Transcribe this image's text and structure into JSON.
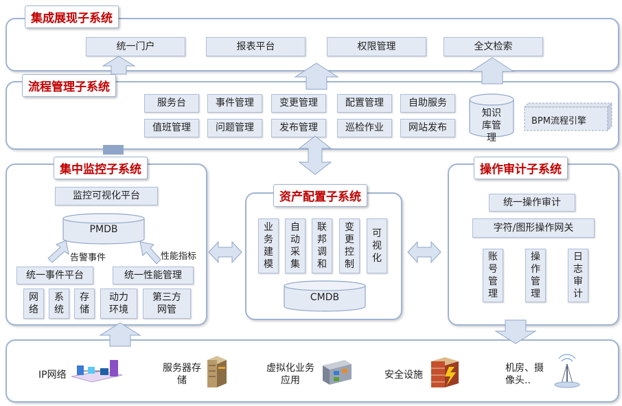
{
  "display_subsystem": {
    "title": "集成展现子系统",
    "items": [
      "统一门户",
      "报表平台",
      "权限管理",
      "全文检索"
    ]
  },
  "process_subsystem": {
    "title": "流程管理子系统",
    "items": [
      "服务台",
      "事件管理",
      "变更管理",
      "配置管理",
      "自助服务",
      "值班管理",
      "问题管理",
      "发布管理",
      "巡检作业",
      "网站发布"
    ],
    "knowledge_base": "知识库管理",
    "bpm_engine": "BPM流程引擎"
  },
  "monitor_subsystem": {
    "title": "集中监控子系统",
    "visual_platform": "监控可视化平台",
    "pmdb": "PMDB",
    "alarm_label": "告警事件",
    "perf_label": "性能指标",
    "event_platform": "统一事件平台",
    "perf_mgmt": "统一性能管理",
    "leaf_items": [
      "网络",
      "系统",
      "存储",
      "动力环境",
      "第三方网管"
    ]
  },
  "asset_subsystem": {
    "title": "资产配置子系统",
    "items": [
      "业务建模",
      "自动采集",
      "联邦调和",
      "变更控制",
      "可视化"
    ],
    "cmdb": "CMDB"
  },
  "audit_subsystem": {
    "title": "操作审计子系统",
    "unified_audit": "统一操作审计",
    "gateway": "字符/图形操作网关",
    "items": [
      "账号管理",
      "操作管理",
      "日志审计"
    ]
  },
  "infrastructure": {
    "items": [
      "IP网络",
      "服务器存储",
      "虚拟化业务应用",
      "安全设施",
      "机房、摄像头.."
    ]
  },
  "colors": {
    "panel_border": "#9eb3d3",
    "box_fill": "#e4eaf4",
    "title_text": "#c00000",
    "arrow_fill": "#d9e2f0"
  }
}
